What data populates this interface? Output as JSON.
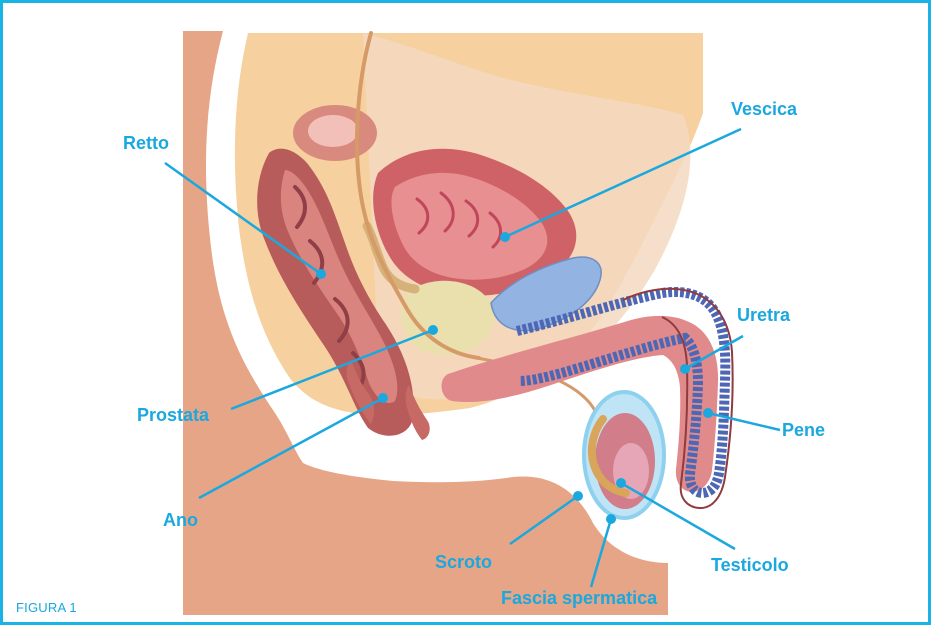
{
  "figure": {
    "caption": "FIGURA 1",
    "accent_color": "#19b3e4",
    "label_color": "#1aa8df",
    "labels": {
      "retto": "Retto",
      "vescica": "Vescica",
      "uretra": "Uretra",
      "prostata": "Prostata",
      "pene": "Pene",
      "ano": "Ano",
      "scroto": "Scroto",
      "testicolo": "Testicolo",
      "fascia": "Fascia spermatica"
    }
  }
}
